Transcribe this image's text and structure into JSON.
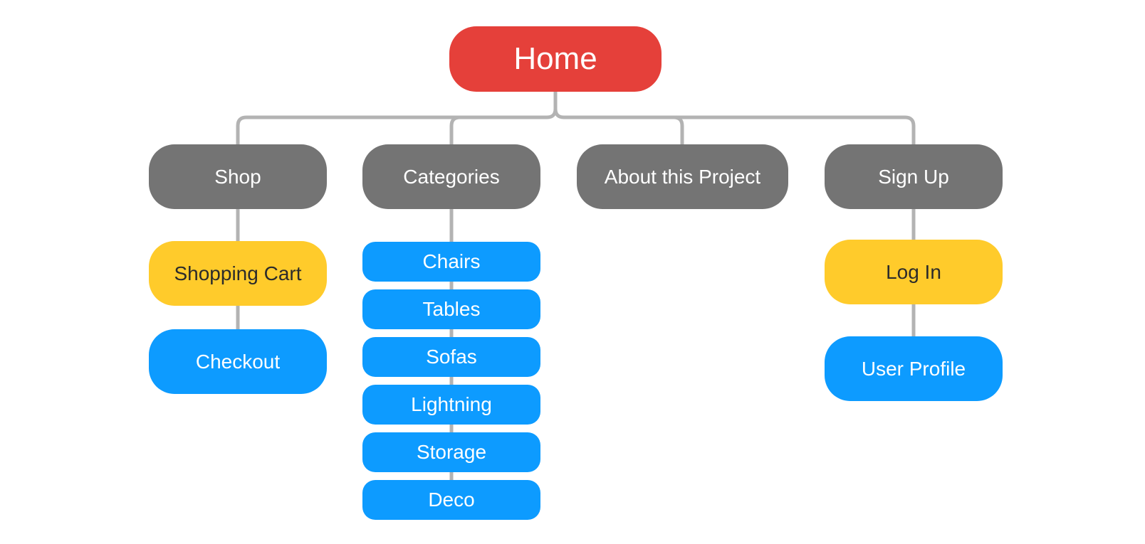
{
  "colors": {
    "home": "#E5403A",
    "section": "#747474",
    "highlight": "#FFCB2B",
    "page": "#0D9BFF",
    "connector": "#B3B3B3",
    "text_light": "#FFFFFF",
    "text_dark": "#2B2B2B"
  },
  "sitemap": {
    "home": "Home",
    "sections": {
      "shop": {
        "label": "Shop",
        "children": [
          "Shopping Cart",
          "Checkout"
        ]
      },
      "categories": {
        "label": "Categories",
        "children": [
          "Chairs",
          "Tables",
          "Sofas",
          "Lightning",
          "Storage",
          "Deco"
        ]
      },
      "about": {
        "label": "About this Project"
      },
      "signup": {
        "label": "Sign Up",
        "children": [
          "Log In",
          "User Profile"
        ]
      }
    }
  }
}
